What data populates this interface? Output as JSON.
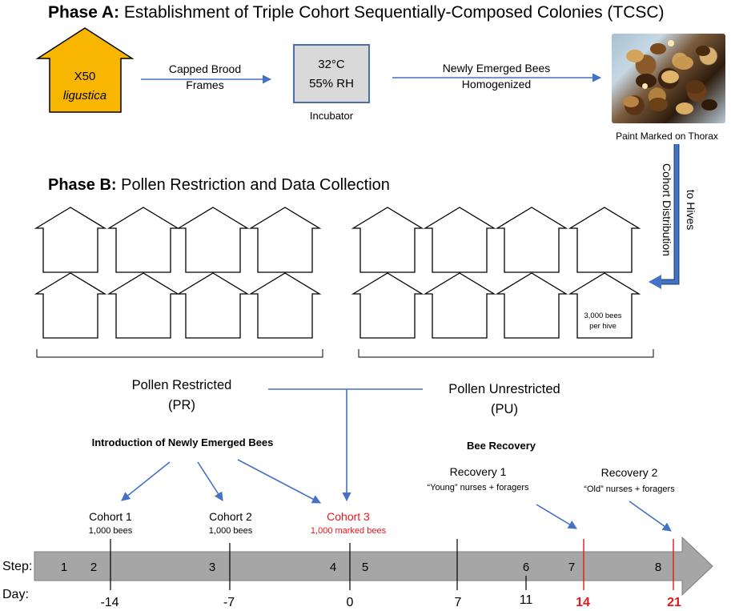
{
  "phase_a": {
    "title_bold": "Phase A:",
    "title_rest": " Establishment of Triple Cohort Sequentially-Composed Colonies (TCSC)",
    "source_count": "X50",
    "source_species": "ligustica",
    "arrow1_line1": "Capped Brood",
    "arrow1_line2": "Frames",
    "incubator_temp": "32°C",
    "incubator_rh": "55% RH",
    "incubator_label": "Incubator",
    "arrow2_line1": "Newly Emerged Bees",
    "arrow2_line2": "Homogenized",
    "photo_caption": "Paint Marked on Thorax"
  },
  "phase_b": {
    "title_bold": "Phase B:",
    "title_rest": " Pollen Restriction and Data Collection",
    "distribution_line1": "Cohort Distribution",
    "distribution_line2": "to Hives",
    "hive_note_line1": "3,000 bees",
    "hive_note_line2": "per hive",
    "pr_line1": "Pollen Restricted",
    "pr_line2": "(PR)",
    "pu_line1": "Pollen Unrestricted",
    "pu_line2": "(PU)"
  },
  "introduction": {
    "heading": "Introduction of Newly Emerged Bees",
    "cohorts": [
      {
        "name": "Cohort 1",
        "size": "1,000 bees",
        "color": "#000000"
      },
      {
        "name": "Cohort 2",
        "size": "1,000 bees",
        "color": "#000000"
      },
      {
        "name": "Cohort 3",
        "size": "1,000 marked bees",
        "color": "#e8171b"
      }
    ]
  },
  "recovery": {
    "heading": "Bee Recovery",
    "items": [
      {
        "name": "Recovery 1",
        "desc": "“Young” nurses + foragers"
      },
      {
        "name": "Recovery 2",
        "desc": "“Old” nurses + foragers"
      }
    ]
  },
  "timeline": {
    "step_label": "Step:",
    "day_label": "Day:",
    "steps": [
      "1",
      "2",
      "3",
      "4",
      "5",
      "6",
      "7",
      "8"
    ],
    "days": [
      {
        "value": "-14",
        "color": "#000000"
      },
      {
        "value": "-7",
        "color": "#000000"
      },
      {
        "value": "0",
        "color": "#000000"
      },
      {
        "value": "7",
        "color": "#000000"
      },
      {
        "value": "11",
        "color": "#000000"
      },
      {
        "value": "14",
        "color": "#e8171b"
      },
      {
        "value": "21",
        "color": "#e8171b"
      }
    ]
  },
  "colors": {
    "hive_fill": "#f8b600",
    "arrow_blue": "#4472c4",
    "incubator_fill": "#d9d9d9",
    "incubator_border": "#4a6fa5",
    "timeline_fill": "#a6a6a6",
    "highlight_red": "#e8171b"
  }
}
